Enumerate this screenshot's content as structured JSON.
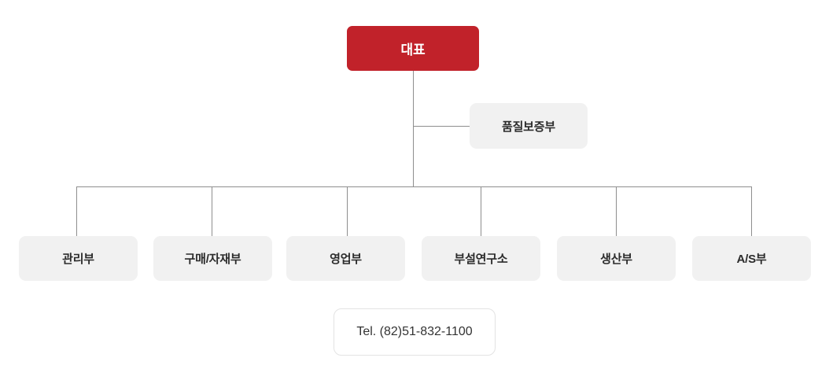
{
  "chart": {
    "type": "org-chart",
    "title": "",
    "root": {
      "label": "대표",
      "color": "#C1222A",
      "text_color": "#FFFFFF"
    },
    "staff": [
      {
        "label": "품질보증부",
        "color": "#F1F1F1",
        "text_color": "#2B2B2B"
      }
    ],
    "departments": [
      {
        "label": "관리부",
        "color": "#F1F1F1",
        "text_color": "#2B2B2B"
      },
      {
        "label": "구매/자재부",
        "color": "#F1F1F1",
        "text_color": "#2B2B2B"
      },
      {
        "label": "영업부",
        "color": "#F1F1F1",
        "text_color": "#2B2B2B"
      },
      {
        "label": "부설연구소",
        "color": "#F1F1F1",
        "text_color": "#2B2B2B"
      },
      {
        "label": "생산부",
        "color": "#F1F1F1",
        "text_color": "#2B2B2B"
      },
      {
        "label": "A/S부",
        "color": "#F1F1F1",
        "text_color": "#2B2B2B"
      }
    ],
    "footer": {
      "label": "Tel. (82)51-832-1100",
      "color": "#FFFFFF",
      "border_color": "#E3E3E3",
      "text_color": "#333333"
    },
    "connector_color": "#8E8E8E"
  }
}
